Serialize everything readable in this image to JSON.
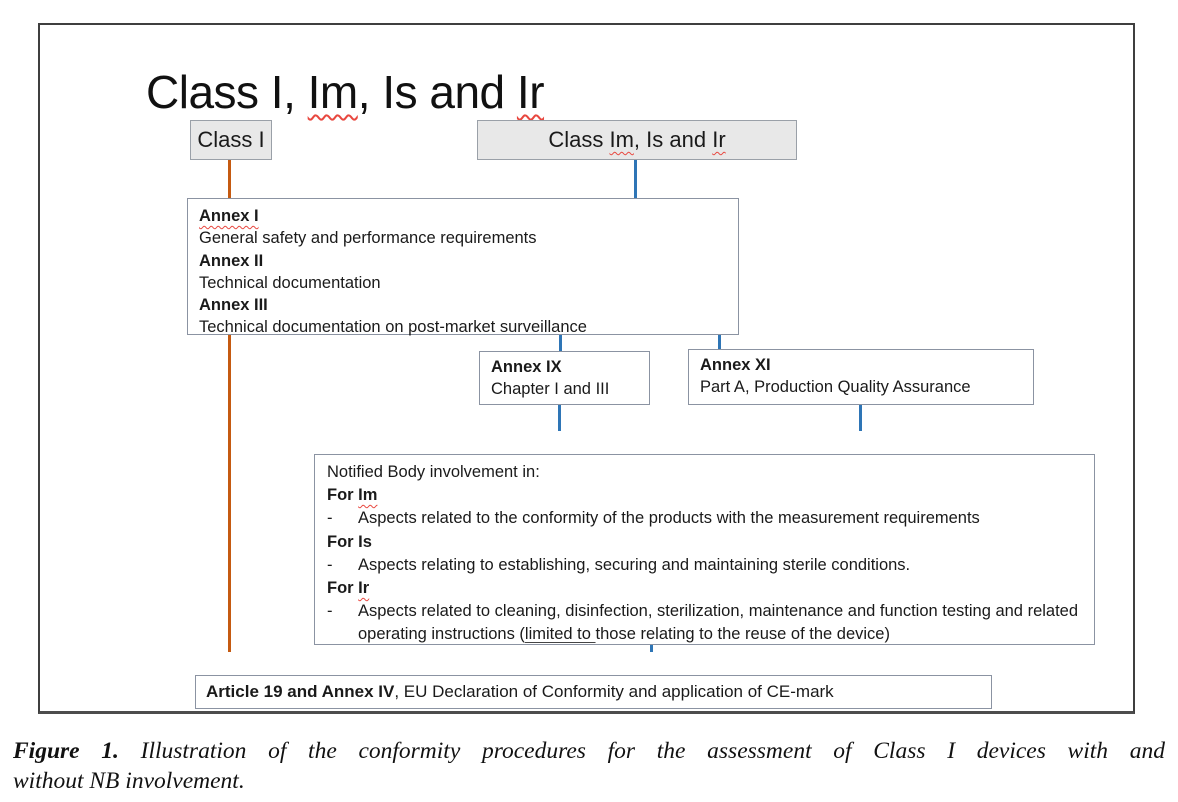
{
  "colors": {
    "connector_orange": "#c55a11",
    "connector_blue": "#2e75b6",
    "node_fill_gray": "#e8e8e8",
    "squiggle_red": "#e8473f"
  },
  "title": {
    "pre": "Class I, ",
    "im": "Im",
    "mid": ", Is and ",
    "ir": "Ir"
  },
  "class_i_node": {
    "label": "Class I"
  },
  "class_im_node": {
    "pre": "Class ",
    "im": "Im",
    "mid": ", Is and ",
    "ir": "Ir"
  },
  "annex_requirements_node": {
    "annex1_heading": "Annex I",
    "annex1_text": "General safety and performance requirements",
    "annex2_heading": "Annex II",
    "annex2_text": "Technical documentation",
    "annex3_heading": "Annex III",
    "annex3_text": "Technical documentation on post-market surveillance"
  },
  "annex_ix_node": {
    "heading": "Annex IX",
    "text": "Chapter I and III"
  },
  "annex_xi_node": {
    "heading": "Annex XI",
    "text": "Part A, Production Quality Assurance"
  },
  "notified_body_node": {
    "heading": "Notified Body involvement in:",
    "bullet_dash": "-",
    "for_im": {
      "pre": "For ",
      "word": "Im"
    },
    "im_bullet": "Aspects related to the conformity of the products with the measurement requirements",
    "for_is": "For Is",
    "is_bullet": "Aspects relating to establishing, securing and maintaining sterile conditions.",
    "for_ir": {
      "pre": "For ",
      "word": "Ir"
    },
    "ir_bullet": {
      "pre": "Aspects related to cleaning, disinfection, sterilization, maintenance and function testing and related operating instructions (",
      "underlined": "limited to ",
      "post": "those relating to the reuse of the device)"
    }
  },
  "declaration_node": {
    "bold": "Article 19 and Annex IV",
    "rest": ", EU Declaration of Conformity and application of CE-mark"
  },
  "caption": {
    "label": "Figure 1.",
    "line1": " Illustration of the conformity procedures for the assessment of Class I devices with and",
    "line2": "without NB involvement."
  }
}
